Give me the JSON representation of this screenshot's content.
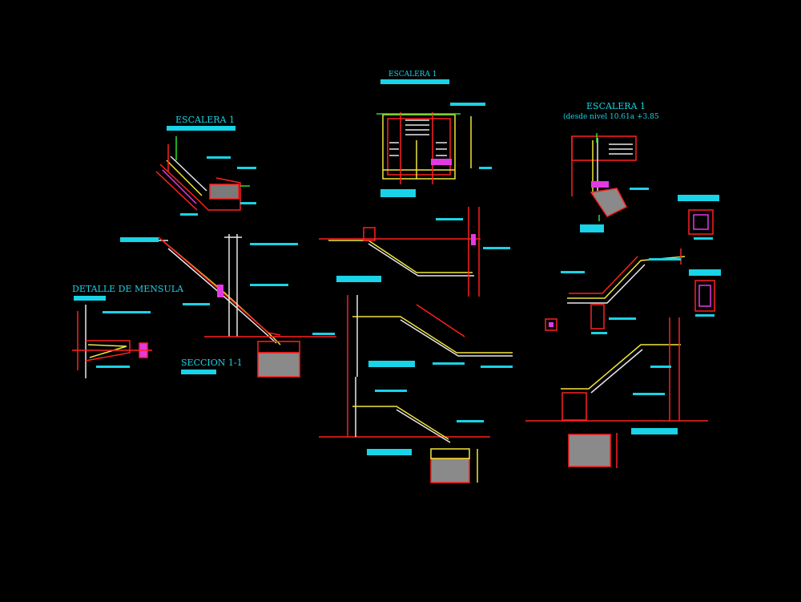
{
  "drawing": {
    "background": "#000000",
    "colors": {
      "cyan": "#19d3e6",
      "red": "#ff2020",
      "yellow": "#f2e63a",
      "green": "#2be02b",
      "white": "#e8e8e8",
      "magenta": "#e23ae2",
      "gray": "#8a8a8a"
    },
    "titles": {
      "escalera_top": "ESCALERA 1",
      "escalera_left": "ESCALERA 1",
      "escalera_right": "ESCALERA 1",
      "escalera_right_sub": "(desde nivel 10.61a +3.85",
      "detalle_mensula": "DETALLE DE MENSULA",
      "seccion": "SECCION 1-1"
    }
  }
}
